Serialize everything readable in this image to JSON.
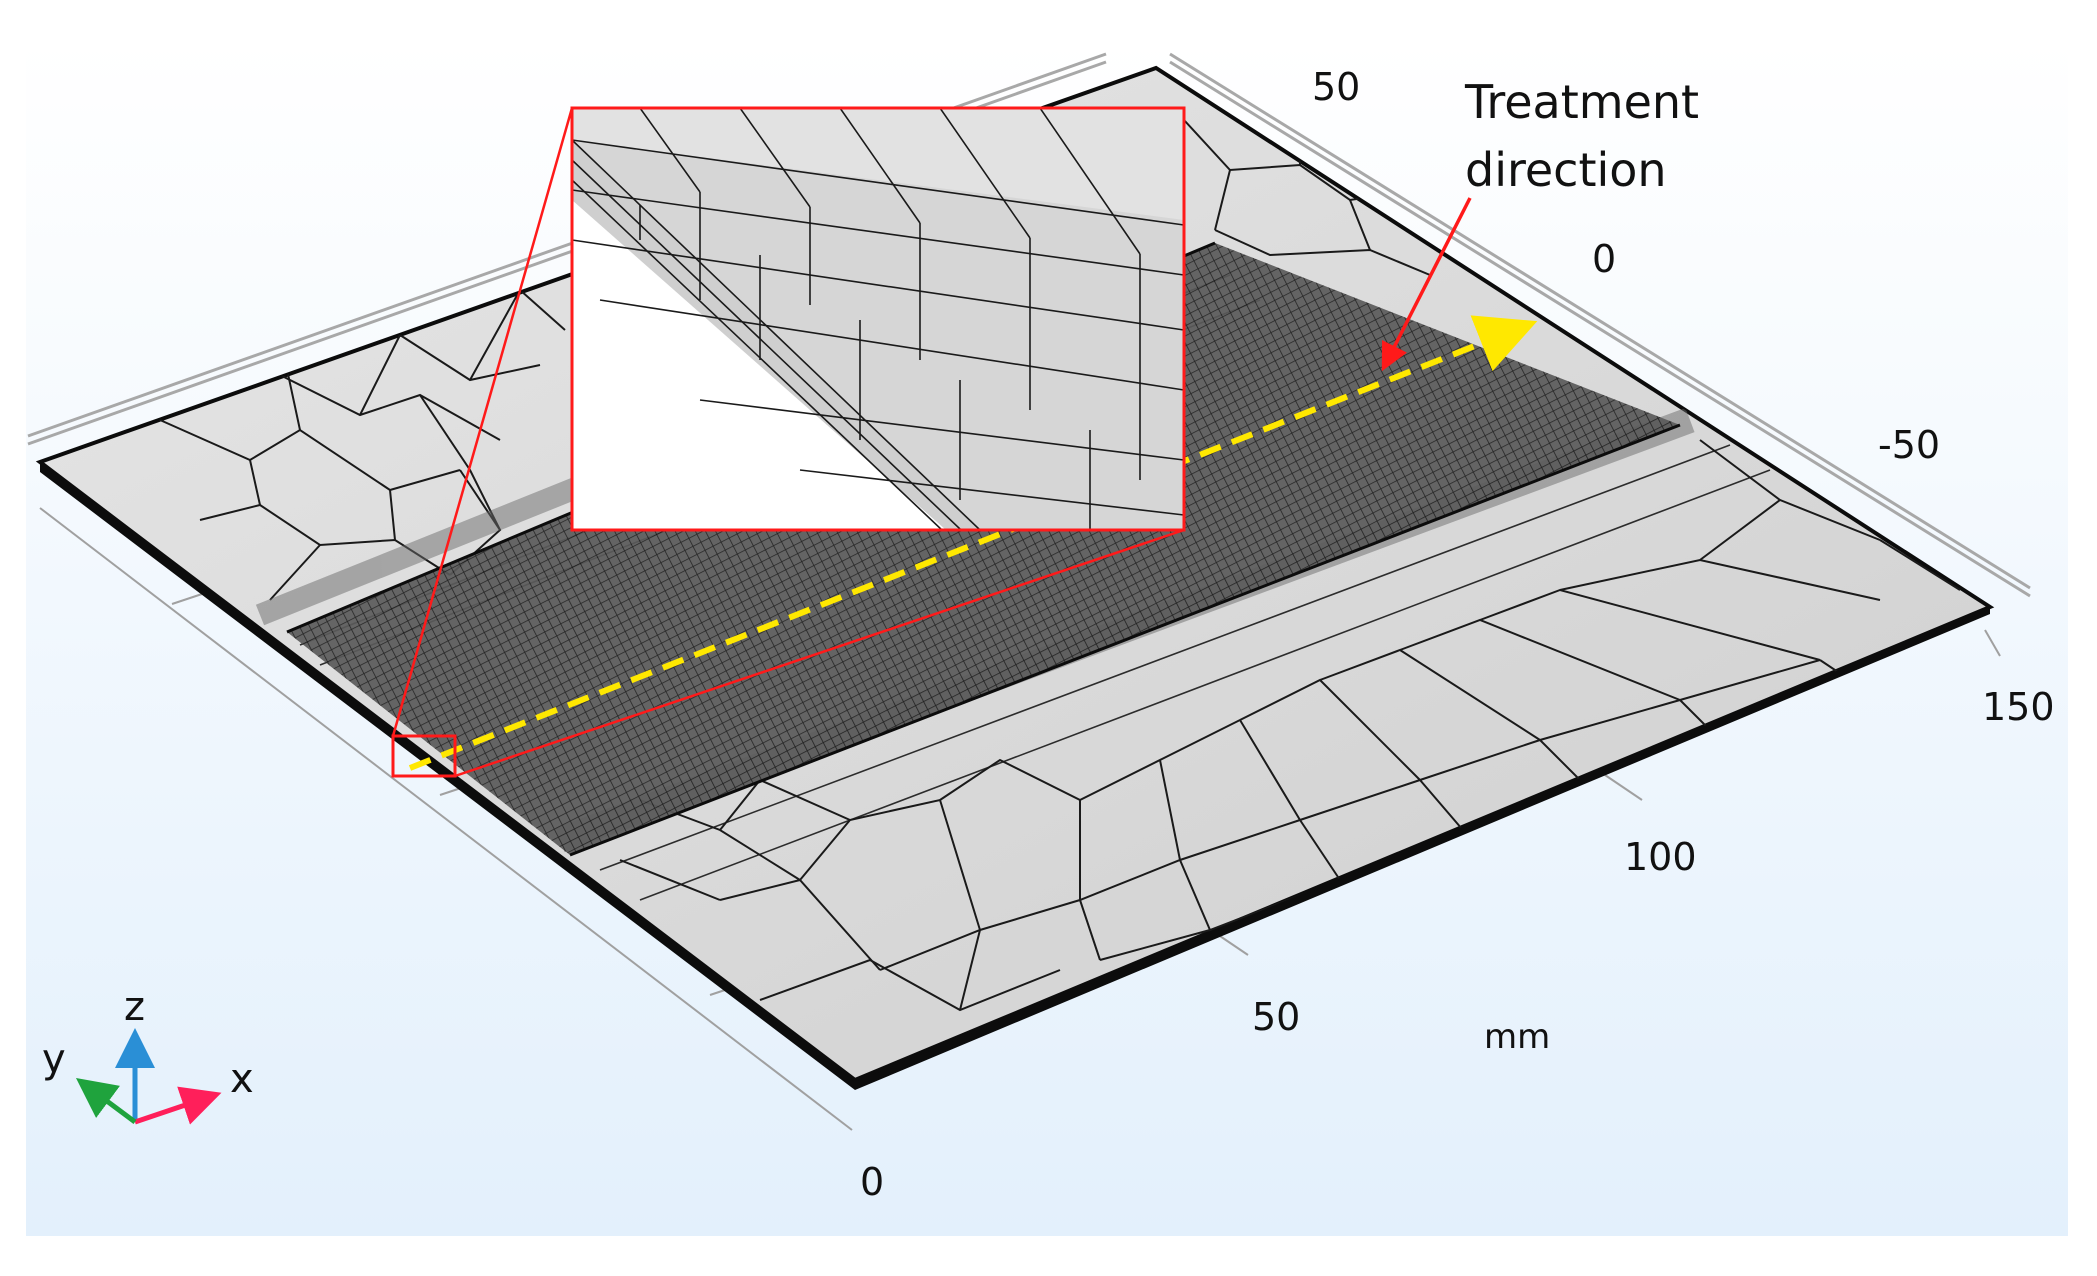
{
  "colors": {
    "background_top": "#ffffff",
    "background_bottom": "#e3f0fc",
    "plate": "#d4d4d4",
    "plate_light": "#e4e4e4",
    "mesh_line": "#1a1a1a",
    "highlight": "#ff1a1a",
    "treatment_line": "#ffe800",
    "axis_x": "#ff1f5a",
    "axis_y": "#1fa33d",
    "axis_z": "#2a8fd6"
  },
  "annotation": {
    "line1": "Treatment",
    "line2": "direction"
  },
  "axes": {
    "front_axis_ticks": [
      "0",
      "50",
      "100",
      "150"
    ],
    "back_axis_ticks": [
      "50",
      "0",
      "-50"
    ],
    "unit": "mm"
  },
  "triad": {
    "x": "x",
    "y": "y",
    "z": "z"
  },
  "icons": {
    "triad": "xyz-axis-triad-icon",
    "arrow": "red-pointer-arrow-icon"
  }
}
